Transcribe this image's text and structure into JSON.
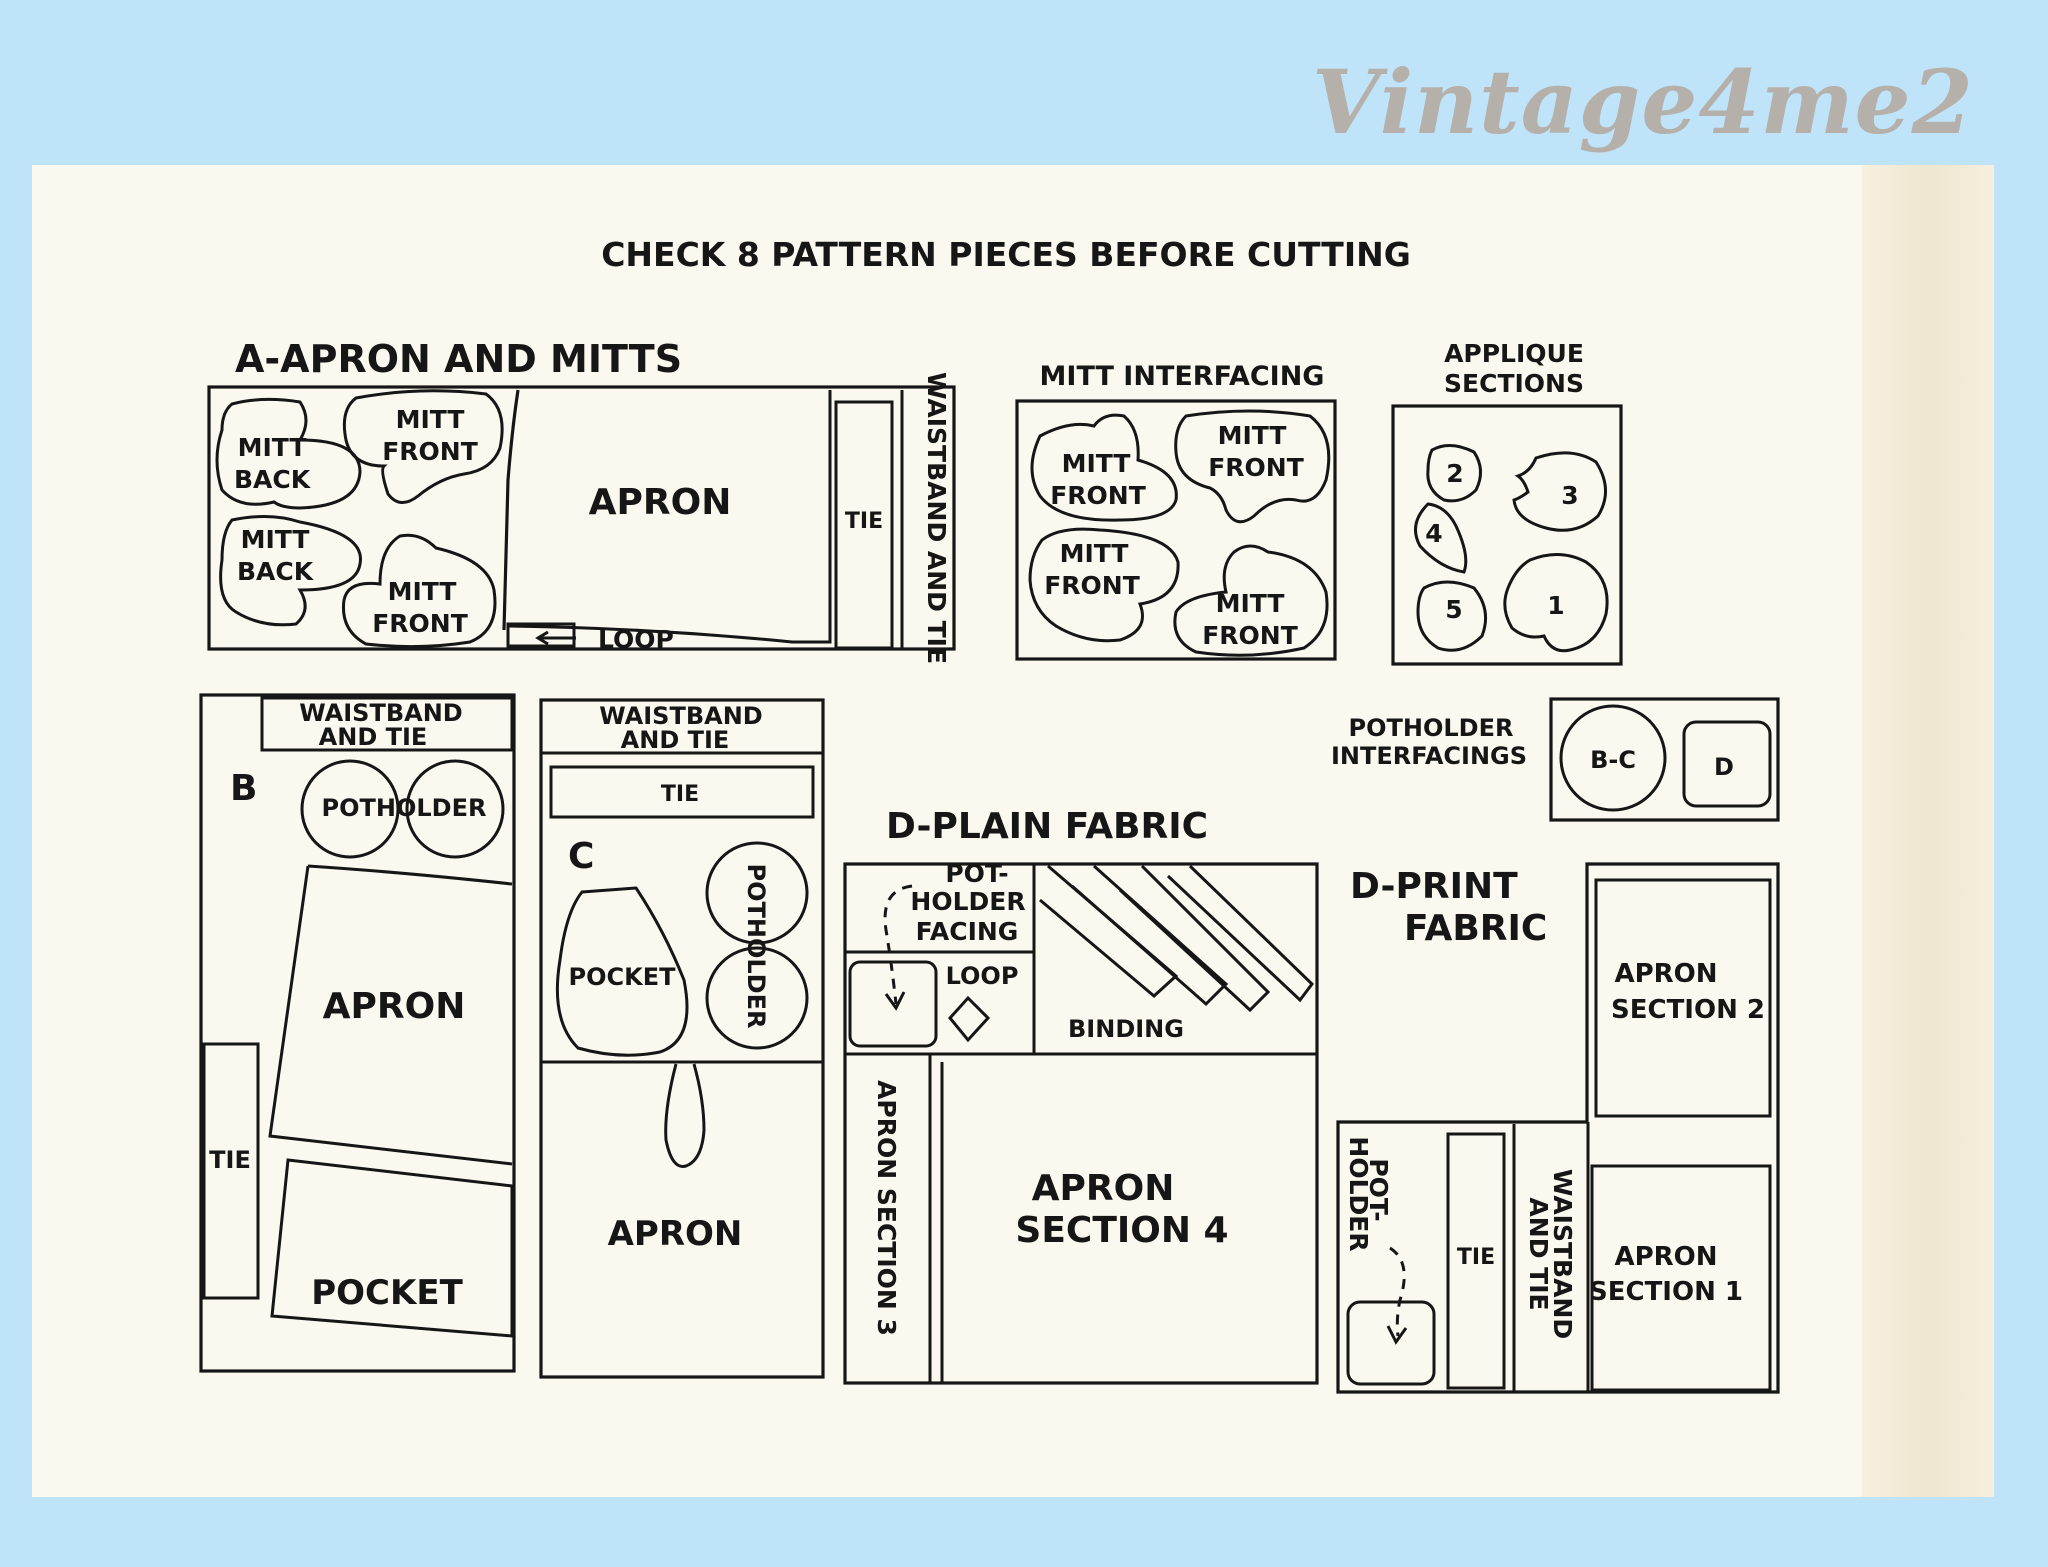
{
  "watermark": "Vintage4me2",
  "title": "CHECK 8 PATTERN PIECES BEFORE CUTTING",
  "layout_a": {
    "heading": "A-APRON AND MITTS",
    "mitt_back_1": [
      "MITT",
      "BACK"
    ],
    "mitt_back_2": [
      "MITT",
      "BACK"
    ],
    "mitt_front_1": [
      "MITT",
      "FRONT"
    ],
    "mitt_front_2": [
      "MITT",
      "FRONT"
    ],
    "apron": "APRON",
    "loop": "LOOP",
    "tie": "TIE",
    "waistband": "WAISTBAND AND TIE"
  },
  "mitt_interfacing": {
    "heading": "MITT INTERFACING",
    "pieces": [
      [
        "MITT",
        "FRONT"
      ],
      [
        "MITT",
        "FRONT"
      ],
      [
        "MITT",
        "FRONT"
      ],
      [
        "MITT",
        "FRONT"
      ]
    ]
  },
  "applique": {
    "heading": [
      "APPLIQUE",
      "SECTIONS"
    ],
    "numbers": [
      "2",
      "3",
      "4",
      "5",
      "1"
    ]
  },
  "layout_b": {
    "heading": "B",
    "waistband": [
      "WAISTBAND",
      "AND TIE"
    ],
    "potholder": "POTHOLDER",
    "apron": "APRON",
    "tie": "TIE",
    "pocket": "POCKET"
  },
  "layout_c": {
    "heading": "C",
    "waistband": [
      "WAISTBAND",
      "AND TIE"
    ],
    "tie": "TIE",
    "pocket": "POCKET",
    "potholder": "POTHOLDER",
    "apron": "APRON"
  },
  "potholder_interfacings": {
    "heading": [
      "POTHOLDER",
      "INTERFACINGS"
    ],
    "bc": "B-C",
    "d": "D"
  },
  "layout_d_plain": {
    "heading": "D-PLAIN FABRIC",
    "facing": [
      "POT-",
      "HOLDER",
      "FACING"
    ],
    "loop": "LOOP",
    "binding": "BINDING",
    "apron_section_3": "APRON SECTION 3",
    "apron_section_4": [
      "APRON",
      "SECTION 4"
    ]
  },
  "layout_d_print": {
    "heading": [
      "D-PRINT",
      "FABRIC"
    ],
    "apron_section_2": [
      "APRON",
      "SECTION 2"
    ],
    "apron_section_1": [
      "APRON",
      "SECTION 1"
    ],
    "potholder": [
      "POT-",
      "HOLDER"
    ],
    "tie": "TIE",
    "waistband": [
      "WAISTBAND",
      "AND TIE"
    ]
  }
}
